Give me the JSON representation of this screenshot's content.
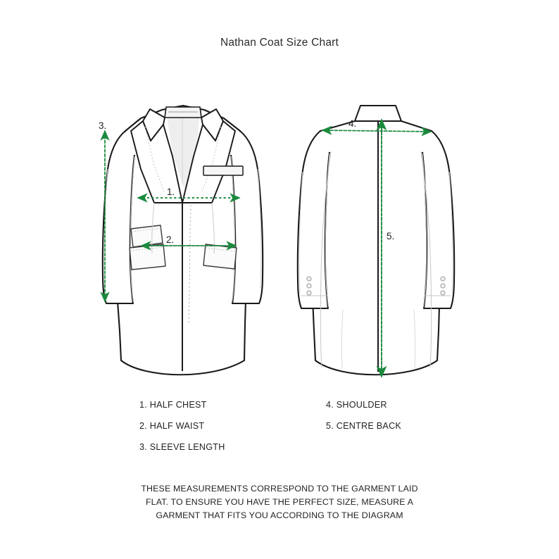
{
  "page": {
    "title": "Nathan Coat Size Chart",
    "background_color": "#ffffff",
    "text_color": "#231f20",
    "accent_color": "#1b8a3d"
  },
  "diagram": {
    "front_view_label": "front-coat-illustration",
    "back_view_label": "back-coat-illustration",
    "markers": {
      "chest": "1.",
      "waist": "2.",
      "sleeve": "3.",
      "shoulder": "4.",
      "centre_back": "5."
    }
  },
  "legend": {
    "left_items": [
      "1. HALF CHEST",
      "2. HALF WAIST",
      "3. SLEEVE LENGTH"
    ],
    "right_items": [
      "4. SHOULDER",
      "5. CENTRE BACK"
    ]
  },
  "footer": {
    "lines": [
      "THESE MEASUREMENTS CORRESPOND TO THE GARMENT LAID",
      "FLAT. TO ENSURE YOU HAVE THE PERFECT SIZE, MEASURE A",
      "GARMENT THAT FITS YOU ACCORDING TO THE DIAGRAM"
    ]
  }
}
